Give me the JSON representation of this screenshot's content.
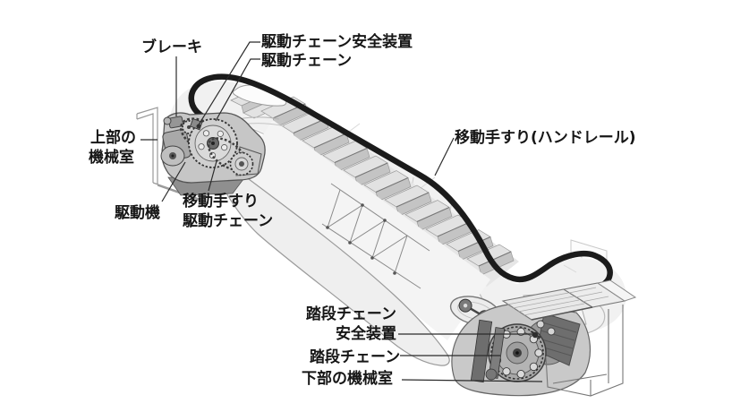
{
  "diagram": {
    "type": "escalator-structure-cutaway",
    "labels": {
      "brake": "ブレーキ",
      "drive_chain_safety_device": "駆動チェーン安全装置",
      "drive_chain": "駆動チェーン",
      "upper_machine_room": [
        "上部の",
        "機械室"
      ],
      "drive_machine": "駆動機",
      "handrail_drive_chain": [
        "移動手すり",
        "駆動チェーン"
      ],
      "moving_handrail": "移動手すり(ハンドレール)",
      "step_chain_safety_device": [
        "踏段チェーン",
        "安全装置"
      ],
      "step_chain": "踏段チェーン",
      "lower_machine_room": "下部の機械室"
    },
    "colors": {
      "background": "#ffffff",
      "line_art": "#555555",
      "handrail": "#1b1b1b",
      "machine_fill": "#b8b8b8",
      "dark_parts": "#5f5f5f",
      "step_fill": "#e2e2e2",
      "panel_fill": "#efefef",
      "label_text": "#161616"
    }
  }
}
